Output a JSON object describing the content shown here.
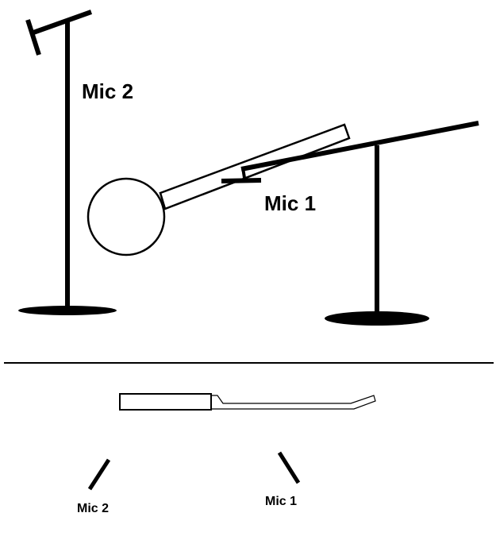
{
  "side_view": {
    "mic2_label": "Mic 2",
    "mic1_label": "Mic 1"
  },
  "top_view": {
    "mic2_label": "Mic 2",
    "mic1_label": "Mic 1"
  },
  "colors": {
    "ink": "#000000",
    "background": "#ffffff"
  }
}
